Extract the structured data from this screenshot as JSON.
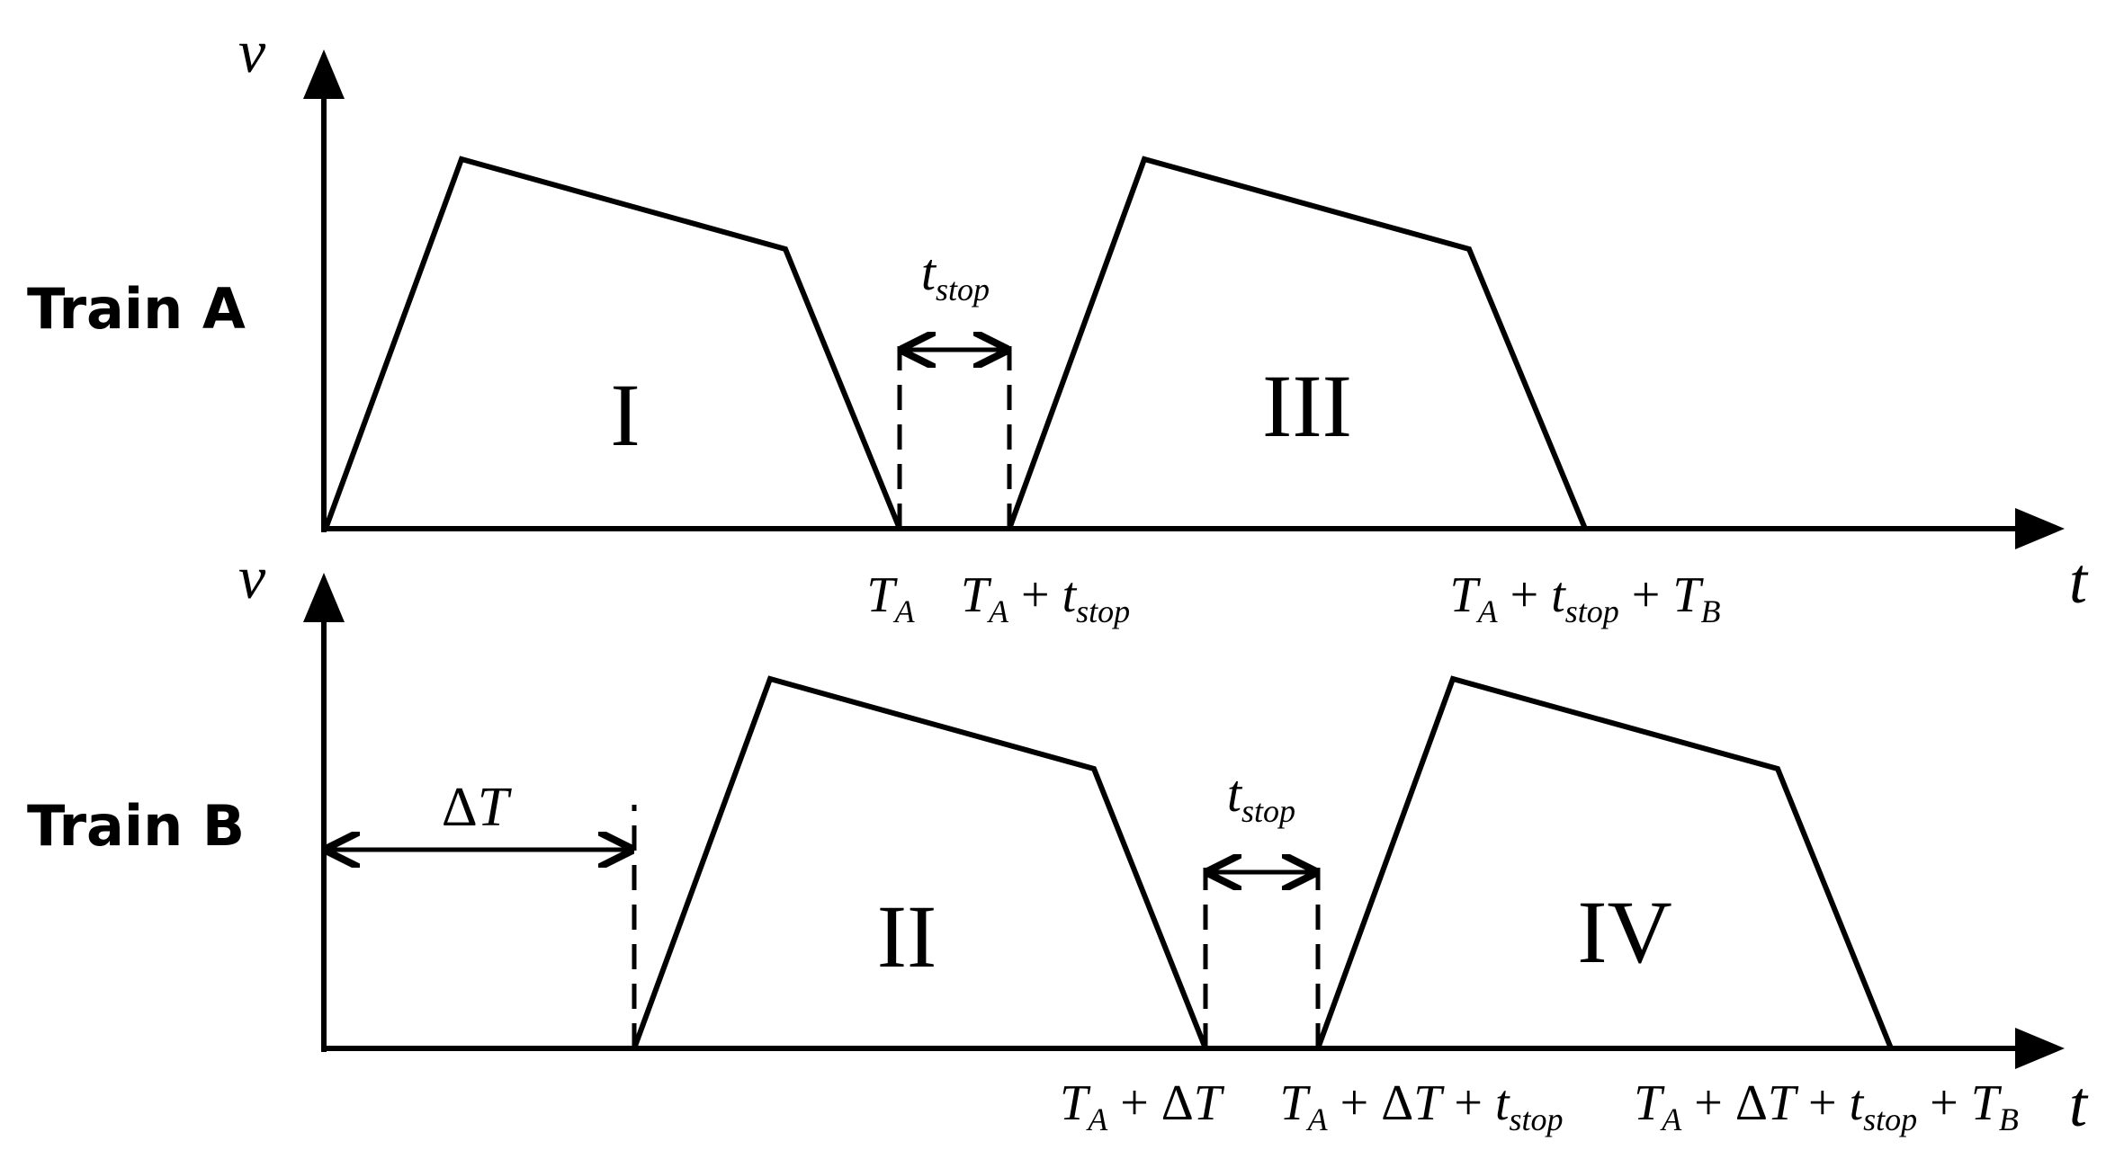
{
  "train_a": {
    "label": "Train A",
    "axis_v": "v",
    "axis_t": "t",
    "region_1": "I",
    "region_3": "III",
    "stop_label": {
      "base": "t",
      "sub": "stop"
    },
    "tick_ta": {
      "base": "T",
      "sub": "A"
    },
    "tick_ta_stop": {
      "t1": "T",
      "s1": "A",
      "op": " + ",
      "t2": "t",
      "s2": "stop"
    },
    "tick_ta_stop_tb": {
      "t1": "T",
      "s1": "A",
      "op1": " + ",
      "t2": "t",
      "s2": "stop",
      "op2": " + ",
      "t3": "T",
      "s3": "B"
    }
  },
  "train_b": {
    "label": "Train B",
    "axis_v": "v",
    "axis_t": "t",
    "region_2": "II",
    "region_4": "IV",
    "delta_label": {
      "delta": "Δ",
      "base": "T"
    },
    "stop_label": {
      "base": "t",
      "sub": "stop"
    },
    "tick_ta_dt": {
      "t1": "T",
      "s1": "A",
      "op": " + Δ",
      "t2": "T"
    },
    "tick_ta_dt_stop": {
      "t1": "T",
      "s1": "A",
      "op1": " + Δ",
      "t2": "T",
      "op2": " + ",
      "t3": "t",
      "s3": "stop"
    },
    "tick_ta_dt_stop_tb": {
      "t1": "T",
      "s1": "A",
      "op1": " + Δ",
      "t2": "T",
      "op2": " + ",
      "t3": "t",
      "s3": "stop",
      "op3": " + ",
      "t4": "T",
      "s4": "B"
    }
  }
}
